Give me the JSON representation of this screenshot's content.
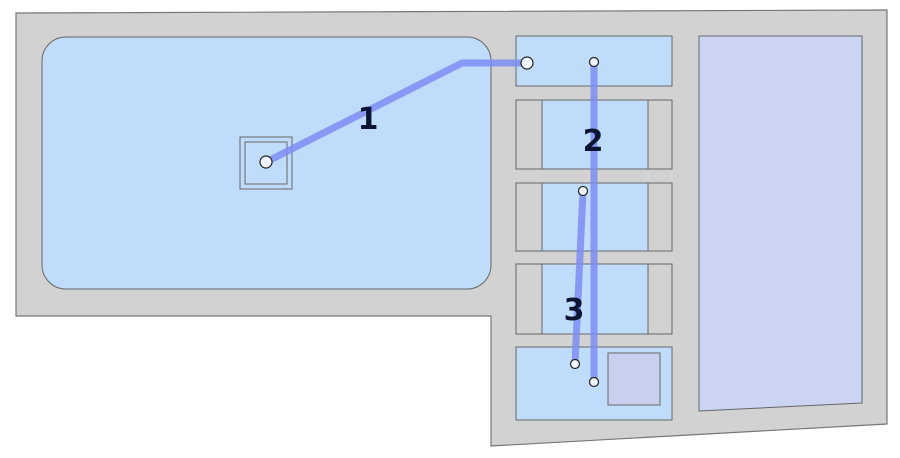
{
  "diagram": {
    "colors": {
      "wall": "#d2d2d2",
      "wall_stroke": "#777777",
      "room": "#c0dcfb",
      "room_stroke": "#666666",
      "big_room": "#cbd5f3",
      "pipe": "#7c8df2",
      "pipe_stroke": "#5b6fe0",
      "fixture": "#c9d0ef",
      "node": "#f2f4fc",
      "node_stroke": "#222222"
    },
    "pipes": [
      {
        "id": "1",
        "label": "1"
      },
      {
        "id": "2",
        "label": "2"
      },
      {
        "id": "3",
        "label": "3"
      }
    ]
  }
}
